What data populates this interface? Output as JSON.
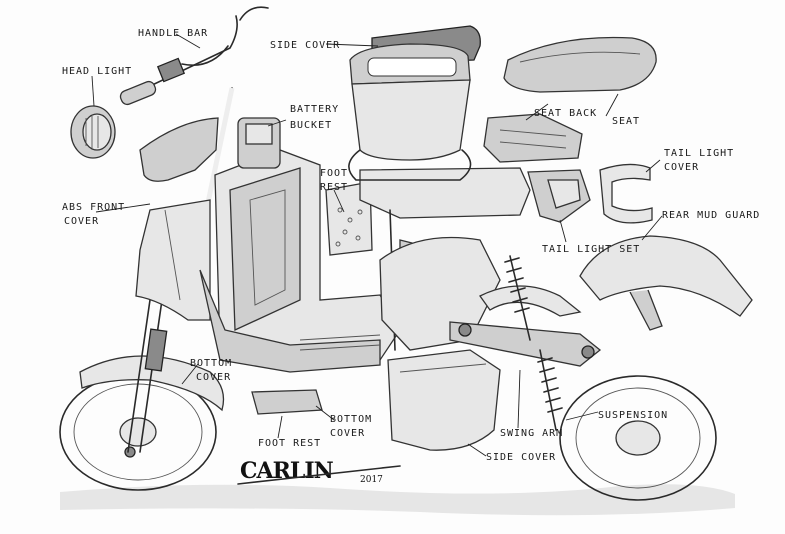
{
  "labels": {
    "handle_bar": "HANDLE BAR",
    "head_light": "HEAD LIGHT",
    "side_cover_top": "SIDE COVER",
    "battery_bucket_1": "BATTERY",
    "battery_bucket_2": "BUCKET",
    "foot_rest_upper_1": "FOOT",
    "foot_rest_upper_2": "REST",
    "seat_back": "SEAT BACK",
    "seat": "SEAT",
    "tail_light_cover_1": "TAIL LIGHT",
    "tail_light_cover_2": "COVER",
    "abs_front_cover_1": "ABS FRONT",
    "abs_front_cover_2": "COVER",
    "rear_mud_guard": "REAR MUD GUARD",
    "tail_light_set": "TAIL LIGHT SET",
    "bottom_cover_left_1": "BOTTOM",
    "bottom_cover_left_2": "COVER",
    "bottom_cover_mid_1": "BOTTOM",
    "bottom_cover_mid_2": "COVER",
    "foot_rest_lower": "FOOT REST",
    "swing_arm": "SWING ARM",
    "suspension": "SUSPENSION",
    "side_cover_bottom": "SIDE COVER"
  },
  "signature": {
    "name": "CARLIN",
    "year": "2017"
  }
}
